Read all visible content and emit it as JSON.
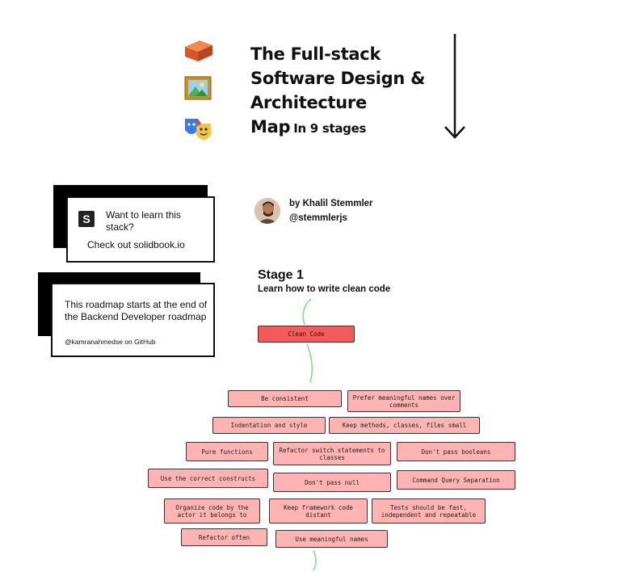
{
  "title": {
    "line1": "The Full-stack",
    "line2": "Software Design &",
    "line3": "Architecture",
    "line4": "Map",
    "line4_sub": "In 9 stages"
  },
  "icons": [
    "brick-icon",
    "picture-icon",
    "theater-masks-icon"
  ],
  "author": {
    "byline": "by Khalil Stemmler",
    "handle": "@stemmlerjs"
  },
  "promo_card": {
    "logo_letter": "S",
    "text": "Want to learn this stack?",
    "link_text": "Check out solidbook.io"
  },
  "info_card": {
    "text": "This roadmap starts at the end of the Backend Developer roadmap",
    "credit": "@kamranahmedse on GitHub"
  },
  "stage": {
    "title": "Stage 1",
    "subtitle": "Learn how to write clean code"
  },
  "colors": {
    "main_node": "#f35a5a",
    "sub_node": "#ffb3b3",
    "connector": "#7ee08a"
  },
  "nodes": {
    "clean_code": "Clean Code",
    "be_consistent": "Be consistent",
    "meaningful_names_over_comments": "Prefer meaningful names over comments",
    "indentation": "Indentation and style",
    "keep_small": "Keep methods, classes, files small",
    "pure_functions": "Pure functions",
    "refactor_switch": "Refactor switch statements to classes",
    "dont_pass_booleans": "Don't pass booleans",
    "correct_constructs": "Use the correct constructs",
    "dont_pass_null": "Don't pass null",
    "cqs": "Command Query Separation",
    "organize_by_actor": "Organize code by the actor it belongs to",
    "framework_distant": "Keep framework code distant",
    "tests_fast": "Tests should be fast, independent and repeatable",
    "refactor_often": "Refactor often",
    "meaningful_names": "Use meaningful names"
  }
}
